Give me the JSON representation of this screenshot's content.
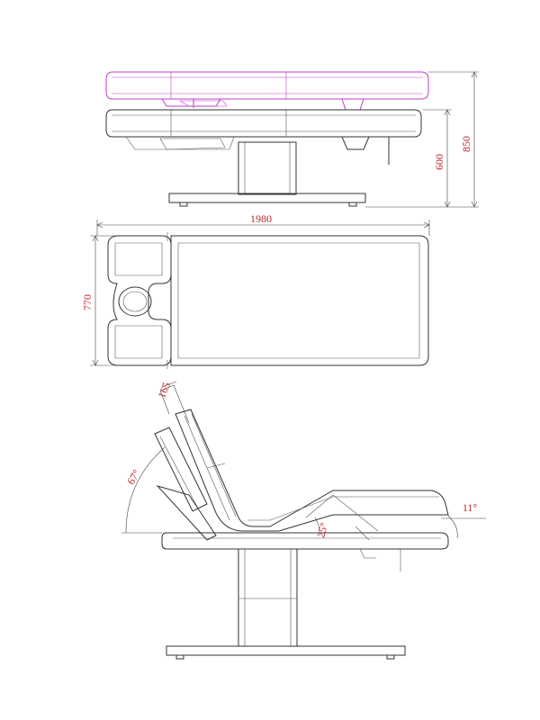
{
  "colors": {
    "line": "#333333",
    "raised_view": "#c23fc4",
    "dimension_text": "#c0262b"
  },
  "dimensions": {
    "max_height": "850",
    "min_height": "600",
    "length": "1980",
    "width": "770",
    "headrest_offset": "165",
    "backrest_angle": "67°",
    "leg_angle": "11°",
    "seat_angle": "25°"
  }
}
